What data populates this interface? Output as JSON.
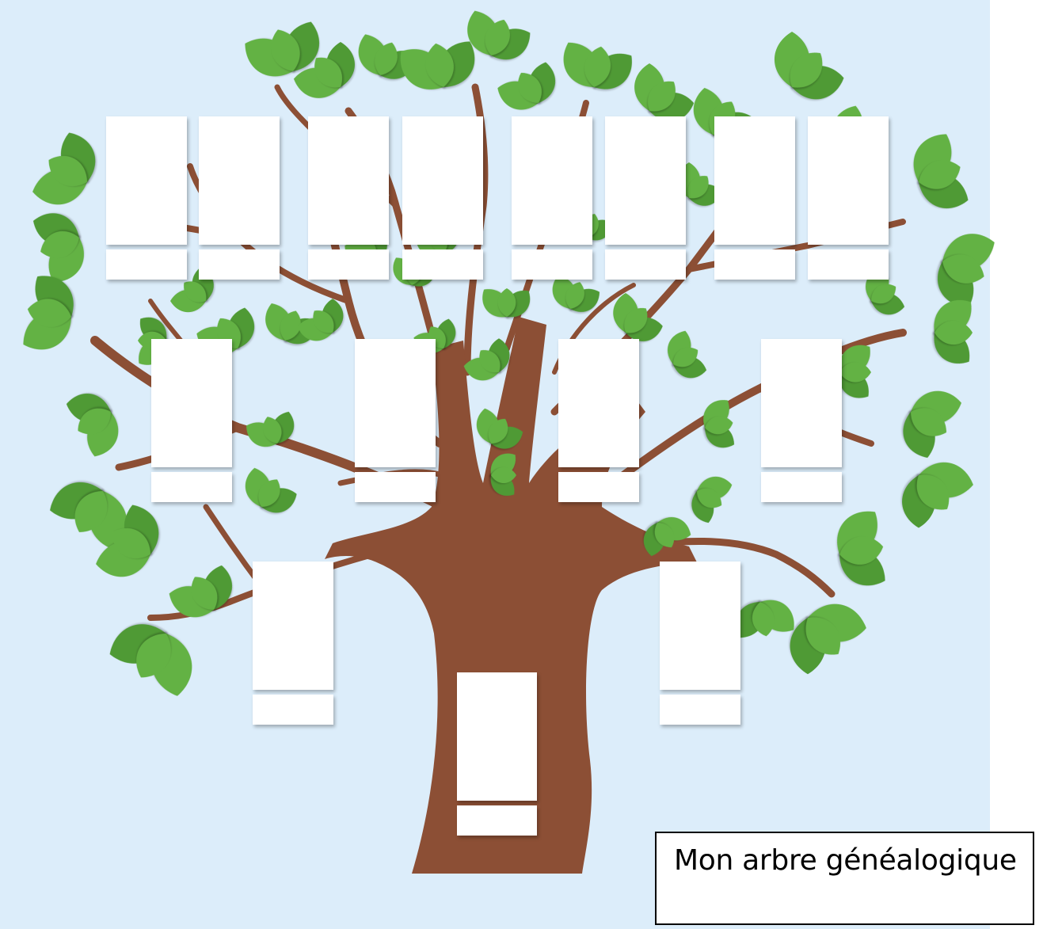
{
  "title": "Mon arbre généalogique",
  "colors": {
    "sky": "#dcedfa",
    "trunk": "#8c4f35",
    "leaf": "#63b244",
    "leaf_dark": "#4f9a35",
    "card": "#ffffff",
    "title_border": "#000000"
  },
  "tree": {
    "generations": [
      {
        "level": "great-grandparents",
        "slots": 8
      },
      {
        "level": "grandparents",
        "slots": 4
      },
      {
        "level": "parents",
        "slots": 2
      },
      {
        "level": "self",
        "slots": 1
      }
    ]
  }
}
